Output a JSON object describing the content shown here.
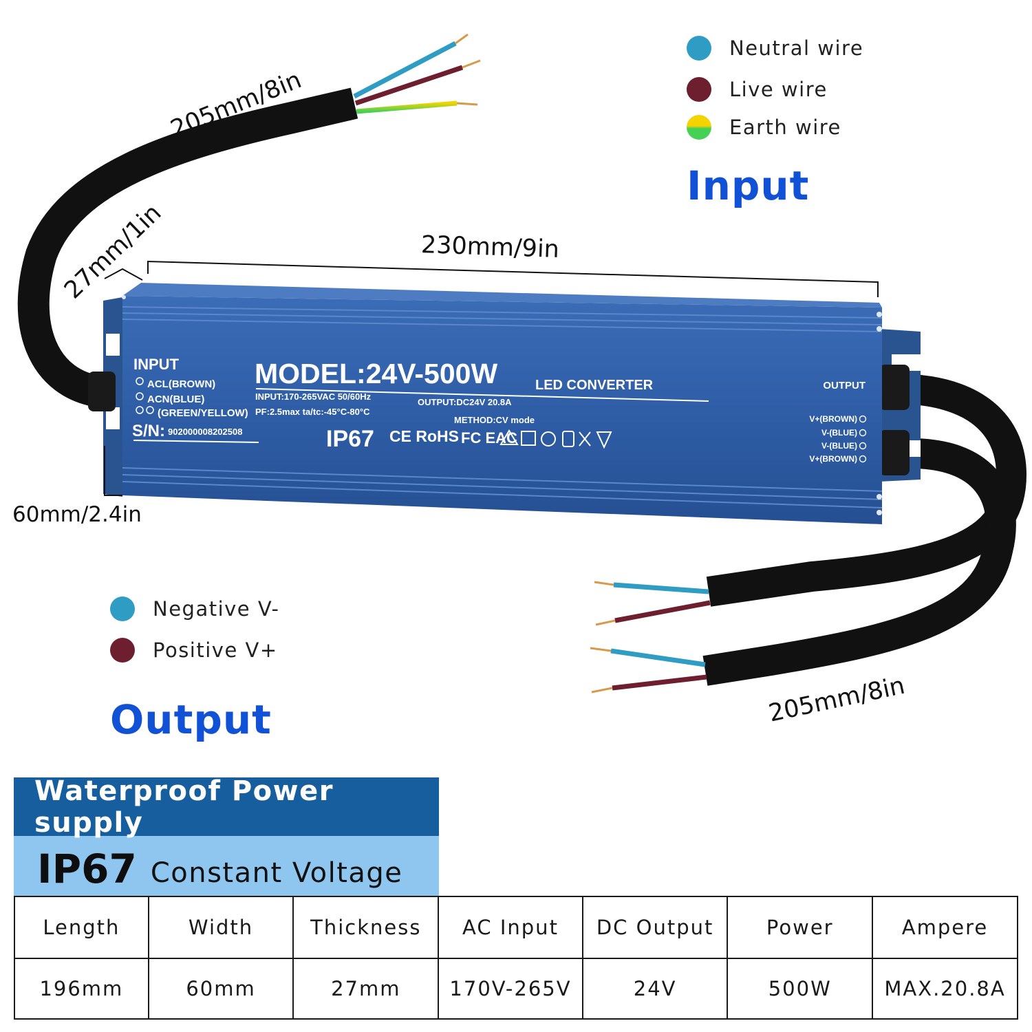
{
  "input_legend": {
    "items": [
      {
        "label": "Neutral wire",
        "color": "#2f9cc4"
      },
      {
        "label": "Live wire",
        "color": "#6e1f2f"
      },
      {
        "label": "Earth wire",
        "color_top": "#f3d300",
        "color_bottom": "#45d156"
      }
    ],
    "title": "Input"
  },
  "output_legend": {
    "items": [
      {
        "label": "Negative V-",
        "color": "#2f9cc4"
      },
      {
        "label": "Positive V+",
        "color": "#6e1f2f"
      }
    ],
    "title": "Output"
  },
  "dimensions": {
    "input_cable": "205mm/8in",
    "thickness": "27mm/1in",
    "length": "230mm/9in",
    "width": "60mm/2.4in",
    "output_cable": "205mm/8in"
  },
  "device_label": {
    "input_heading": "INPUT",
    "input_lines": [
      "ACL(BROWN)",
      "ACN(BLUE)",
      "(GREEN/YELLOW)"
    ],
    "serial_label": "S/N:",
    "serial_number": "902000008202508",
    "model": "MODEL:24V-500W",
    "product": "LED CONVERTER",
    "input_spec": "INPUT:170-265VAC 50/60Hz",
    "pf_spec": "PF:2.5max ta/tc:-45°C-80°C",
    "output_spec": "OUTPUT:DC24V 20.8A",
    "method": "METHOD:CV mode",
    "ip_rating": "IP67",
    "cert_marks": "CE RoHS",
    "cert_marks_2": "FC EAC",
    "output_heading": "OUTPUT",
    "output_lines": [
      "V+(BROWN)",
      "V-(BLUE)",
      "V-(BLUE)",
      "V+(BROWN)"
    ],
    "body_color": "#2f5ea7"
  },
  "banner": {
    "title": "Waterproof Power supply",
    "ip_rating": "IP67",
    "subtitle": "Constant Voltage"
  },
  "specs": {
    "headers": [
      "Length",
      "Width",
      "Thickness",
      "AC Input",
      "DC Output",
      "Power",
      "Ampere"
    ],
    "values": [
      "196mm",
      "60mm",
      "27mm",
      "170V-265V",
      "24V",
      "500W",
      "MAX.20.8A"
    ]
  }
}
